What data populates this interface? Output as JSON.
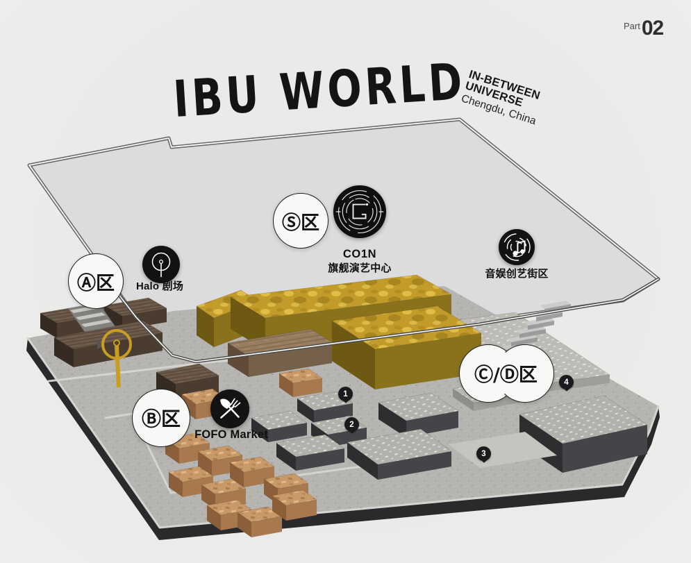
{
  "part": {
    "label": "Part",
    "number": "02"
  },
  "title": "IBU WORLD",
  "subtitle": {
    "line1": "IN-BETWEEN",
    "line2": "UNIVERSE",
    "location": "Chengdu, China"
  },
  "zones": {
    "a": "Ⓐ区",
    "s": "Ⓢ区",
    "b": "Ⓑ区",
    "cd": "Ⓒ/Ⓓ区"
  },
  "pois": {
    "halo": {
      "label": "Halo 剧场"
    },
    "coin": {
      "label": "CO1N",
      "sublabel": "旗舰演艺中心"
    },
    "music": {
      "label": "音娱创艺街区"
    },
    "fofo": {
      "label": "FOFO Market"
    }
  },
  "markers": {
    "m1": "1",
    "m2": "2",
    "m3": "3",
    "m4": "4"
  },
  "colors": {
    "background": "#EBEBE9",
    "wall": "#DCDCDE",
    "concrete": "#B6B5B2",
    "gold": "#C79D23",
    "ink": "#1B1B1D"
  }
}
